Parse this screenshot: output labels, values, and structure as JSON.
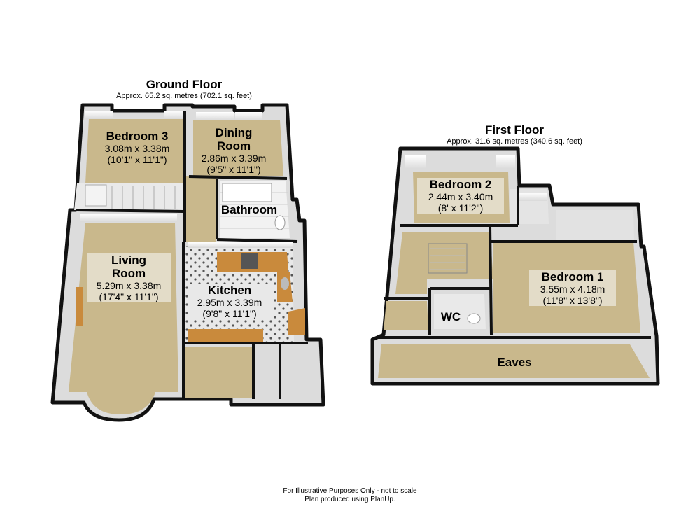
{
  "ground_floor": {
    "title": "Ground Floor",
    "area": "Approx. 65.2 sq. metres (702.1 sq. feet)",
    "rooms": [
      {
        "name": "Bedroom 3",
        "metric": "3.08m x 3.38m",
        "imperial": "(10'1\" x 11'1\")"
      },
      {
        "name": "Dining",
        "name2": "Room",
        "metric": "2.86m x 3.39m",
        "imperial": "(9'5\" x 11'1\")"
      },
      {
        "name": "Bathroom"
      },
      {
        "name": "Living",
        "name2": "Room",
        "metric": "5.29m x 3.38m",
        "imperial": "(17'4\" x 11'1\")"
      },
      {
        "name": "Kitchen",
        "metric": "2.95m x 3.39m",
        "imperial": "(9'8\" x 11'1\")"
      }
    ]
  },
  "first_floor": {
    "title": "First Floor",
    "area": "Approx. 31.6 sq. metres (340.6 sq. feet)",
    "rooms": [
      {
        "name": "Bedroom 2",
        "metric": "2.44m x 3.40m",
        "imperial": "(8' x 11'2\")"
      },
      {
        "name": "Bedroom 1",
        "metric": "3.55m x 4.18m",
        "imperial": "(11'8\" x 13'8\")"
      },
      {
        "name": "WC"
      },
      {
        "name": "Eaves"
      }
    ]
  },
  "footer": {
    "line1": "For Illustrative Purposes Only - not to scale",
    "line2": "Plan produced using PlanUp."
  },
  "colors": {
    "carpet": "#c9b88c",
    "wall": "#ffffff",
    "outline": "#111111",
    "worktop": "#c98a3c",
    "tile": "#e6e6e6",
    "label_bg": "#e3dcc8"
  }
}
